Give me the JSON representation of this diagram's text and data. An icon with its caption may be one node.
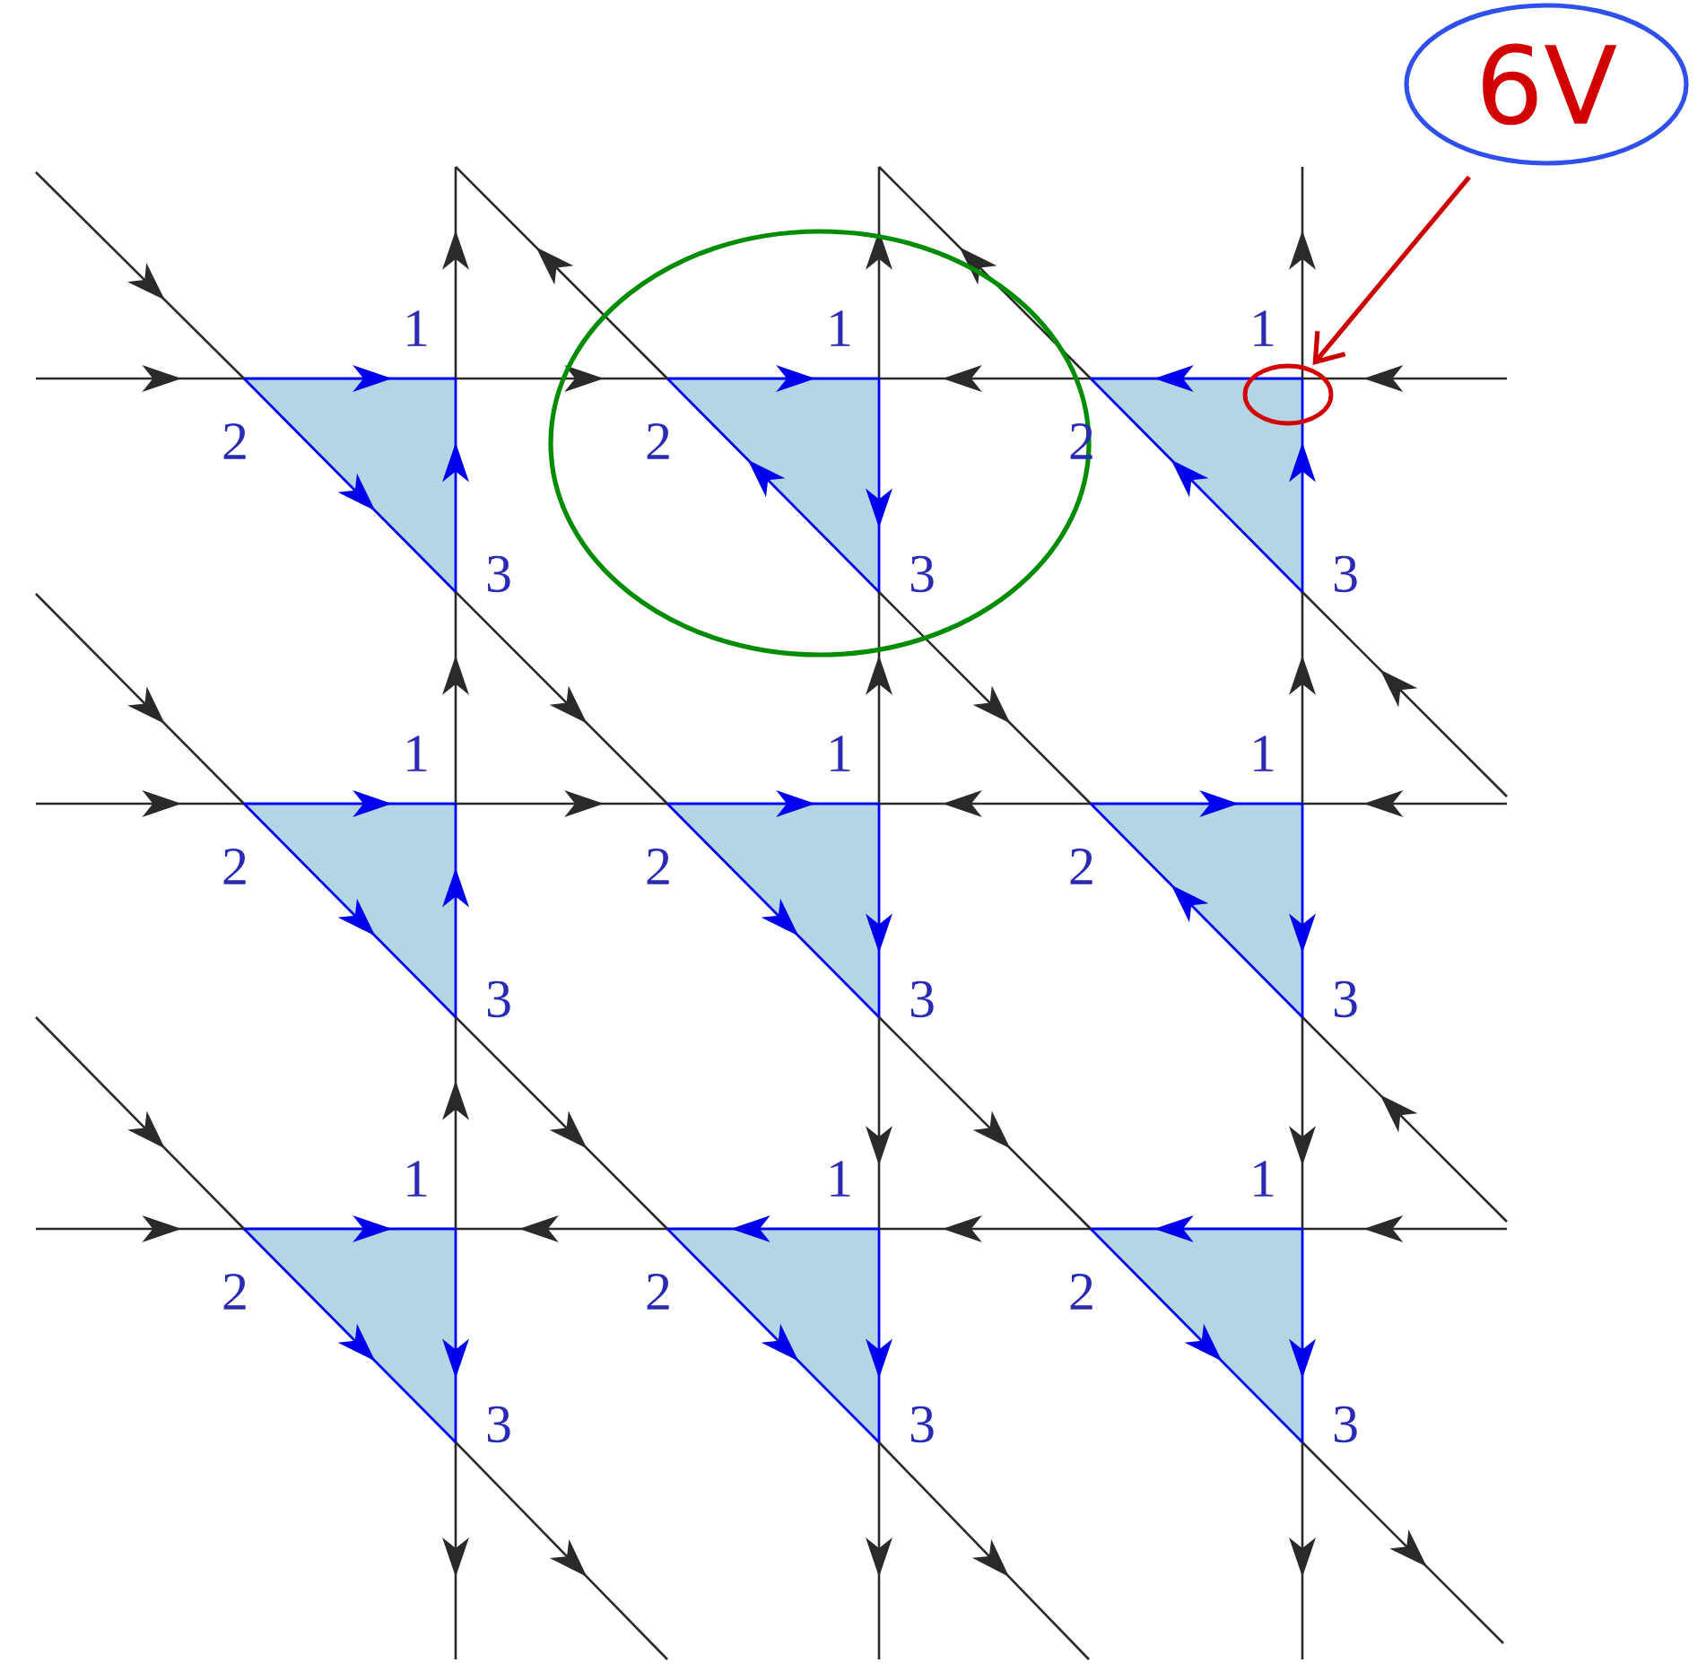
{
  "diagram": {
    "nodes": [
      {
        "text": [
          "6V"
        ]
      },
      {
        "text": [],
        "shape": "ellipse"
      },
      {
        "text": [],
        "shape": "ellipse"
      }
    ],
    "edges": [
      {
        "from": 0,
        "to": 2,
        "arrow": "to",
        "color": "#cc0000"
      }
    ],
    "labels": [
      "1",
      "1",
      "1",
      "2",
      "2",
      "2",
      "3",
      "3",
      "3",
      "1",
      "1",
      "1",
      "2",
      "2",
      "2",
      "3",
      "3",
      "3",
      "1",
      "1",
      "1",
      "2",
      "2",
      "2",
      "3",
      "3",
      "3"
    ]
  }
}
